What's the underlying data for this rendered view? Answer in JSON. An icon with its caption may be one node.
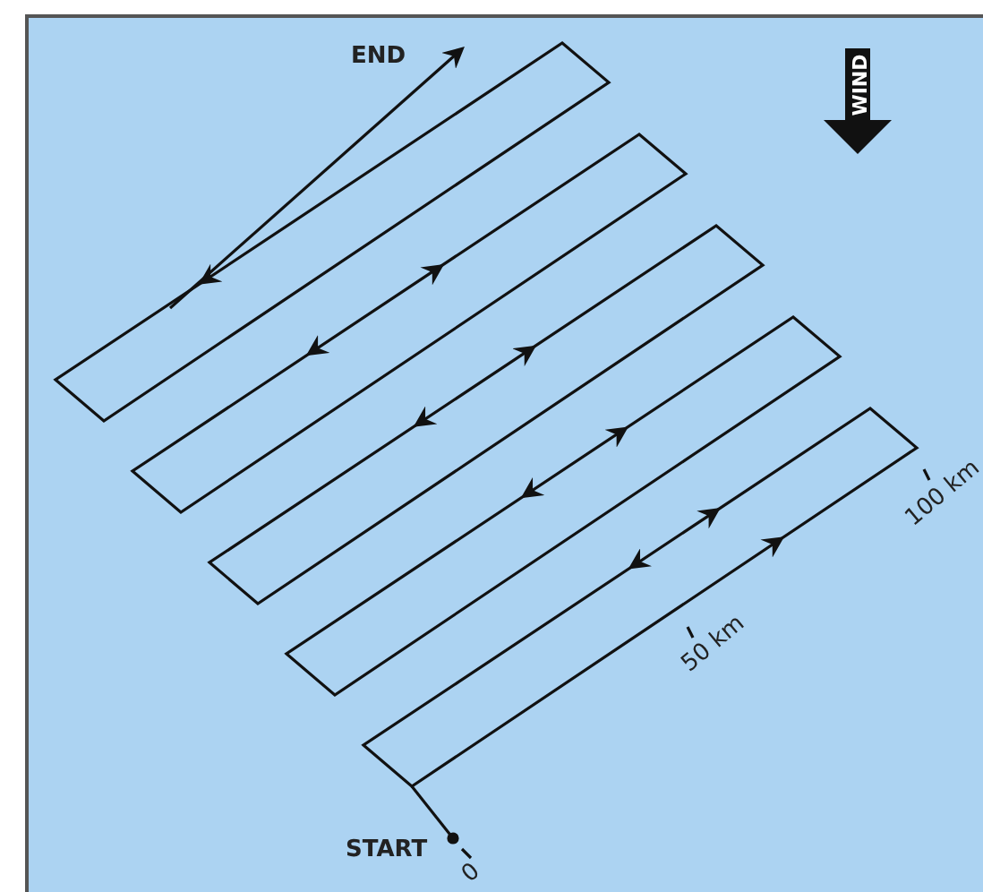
{
  "diagram": {
    "labels": [
      "END",
      "WIND",
      "100 km",
      "50 km",
      "START",
      "0"
    ]
  }
}
